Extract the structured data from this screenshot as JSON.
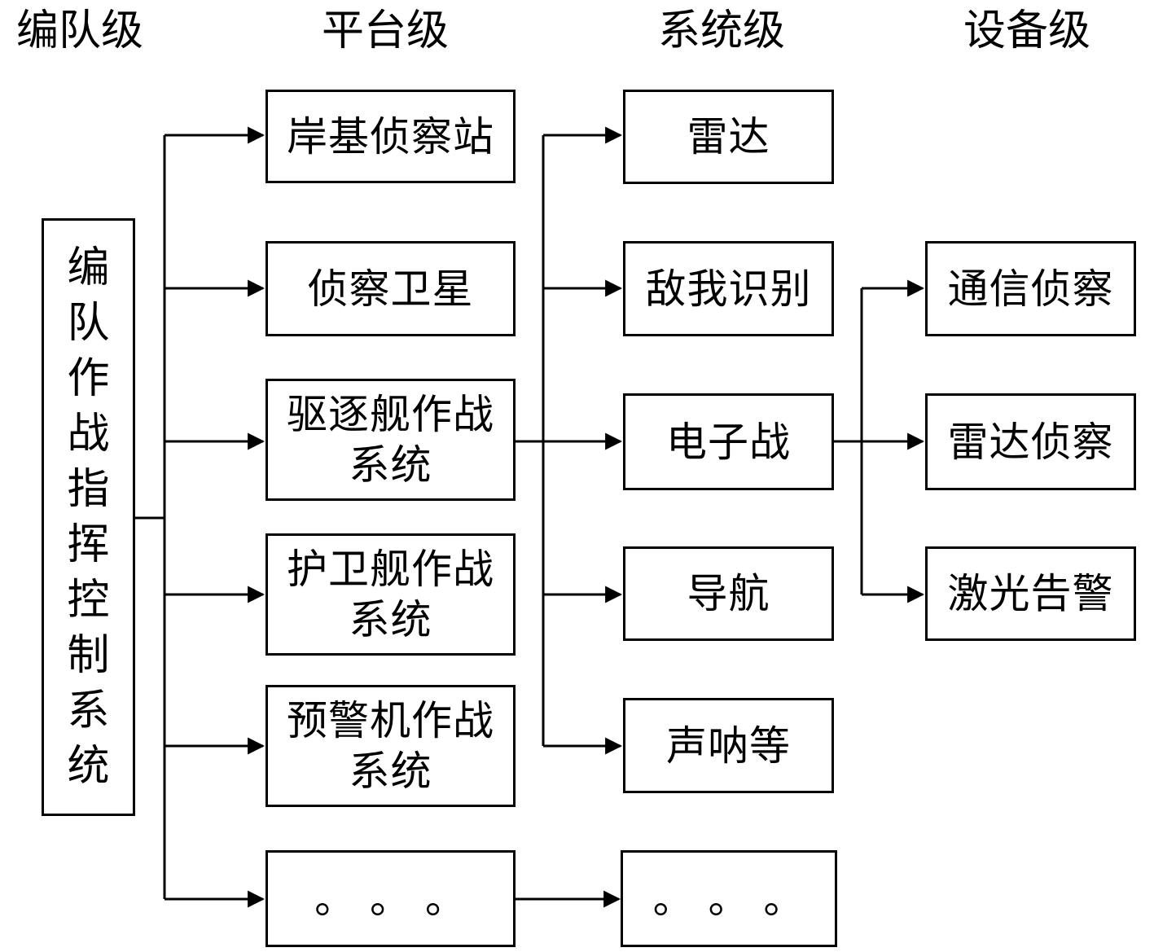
{
  "headers": {
    "formation": "编队级",
    "platform": "平台级",
    "system": "系统级",
    "equipment": "设备级"
  },
  "root": {
    "label": "编队作战指挥控制系统"
  },
  "platforms": [
    {
      "label": "岸基侦察站"
    },
    {
      "label": "侦察卫星"
    },
    {
      "label": "驱逐舰作战\n系统"
    },
    {
      "label": "护卫舰作战\n系统"
    },
    {
      "label": "预警机作战\n系统"
    },
    {
      "label": "。 。 。"
    }
  ],
  "systems": [
    {
      "label": "雷达"
    },
    {
      "label": "敌我识别"
    },
    {
      "label": "电子战"
    },
    {
      "label": "导航"
    },
    {
      "label": "声呐等"
    },
    {
      "label": "。 。 。"
    }
  ],
  "equipment": [
    {
      "label": "通信侦察"
    },
    {
      "label": "雷达侦察"
    },
    {
      "label": "激光告警"
    }
  ],
  "colors": {
    "line": "#000000",
    "box_border": "#000000",
    "background": "#ffffff"
  }
}
